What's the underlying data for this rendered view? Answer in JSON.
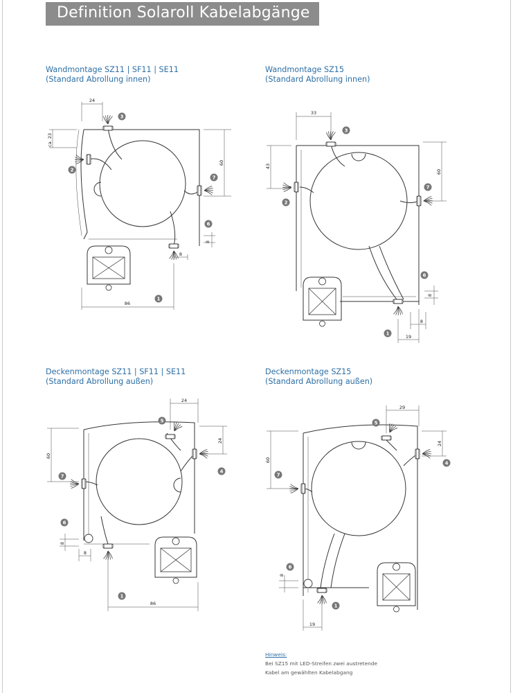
{
  "page": {
    "title": "Definition Solaroll Kabelabgänge"
  },
  "sections": [
    {
      "title": "Wandmontage SZ11 | SF11 | SE11",
      "subtitle": "(Standard Abrollung innen)",
      "dims": [
        "24",
        "ca. 23",
        "60",
        "8",
        "8",
        "86"
      ],
      "callouts": [
        "3",
        "2",
        "7",
        "6",
        "1"
      ]
    },
    {
      "title": "Wandmontage SZ15",
      "subtitle": "(Standard Abrollung innen)",
      "dims": [
        "33",
        "43",
        "60",
        "8",
        "8",
        "19"
      ],
      "callouts": [
        "3",
        "2",
        "7",
        "6",
        "1"
      ]
    },
    {
      "title": "Deckenmontage SZ11 | SF11 | SE11",
      "subtitle": "(Standard Abrollung außen)",
      "dims": [
        "24",
        "60",
        "24",
        "8",
        "8",
        "86"
      ],
      "callouts": [
        "5",
        "4",
        "7",
        "6",
        "1"
      ]
    },
    {
      "title": "Deckenmontage SZ15",
      "subtitle": "(Standard Abrollung außen)",
      "dims": [
        "29",
        "60",
        "24",
        "8",
        "19"
      ],
      "callouts": [
        "5",
        "4",
        "7",
        "6",
        "1"
      ]
    }
  ],
  "note": {
    "label": "Hinweis:",
    "line1": "Bei SZ15 mit LED-Streifen zwei austretende",
    "line2": "Kabel am gewählten Kabelabgang"
  }
}
